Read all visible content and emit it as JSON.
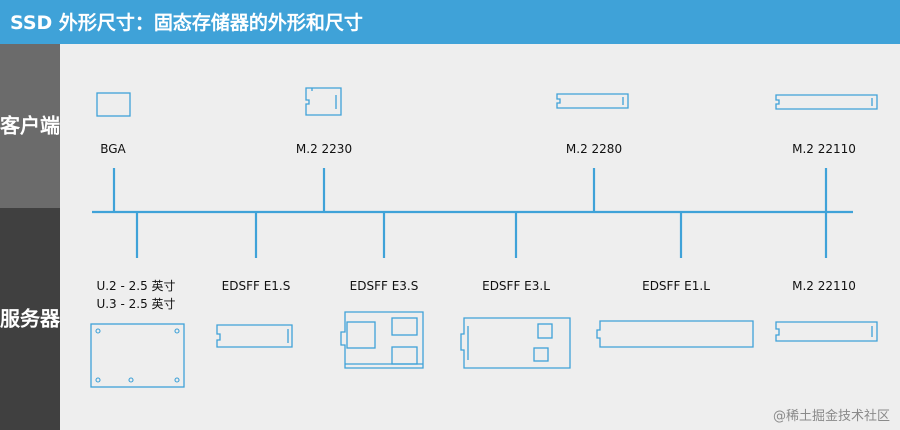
{
  "header": {
    "title": "SSD 外形尺寸：固态存储器的外形和尺寸"
  },
  "sidebar": {
    "client_label": "客户端",
    "server_label": "服务器"
  },
  "client": {
    "items": [
      {
        "label": "BGA",
        "icon": "bga-chip-icon"
      },
      {
        "label": "M.2 2230",
        "icon": "m2-2230-card-icon"
      },
      {
        "label": "M.2 2280",
        "icon": "m2-2280-card-icon"
      },
      {
        "label": "M.2 22110",
        "icon": "m2-22110-card-icon"
      }
    ]
  },
  "server": {
    "items": [
      {
        "label": "U.2 - 2.5 英寸",
        "label2": "U.3 - 2.5 英寸",
        "icon": "u2-u3-drive-icon"
      },
      {
        "label": "EDSFF E1.S",
        "icon": "edsff-e1s-icon"
      },
      {
        "label": "EDSFF E3.S",
        "icon": "edsff-e3s-icon"
      },
      {
        "label": "EDSFF E3.L",
        "icon": "edsff-e3l-icon"
      },
      {
        "label": "EDSFF E1.L",
        "icon": "edsff-e1l-icon"
      },
      {
        "label": "M.2 22110",
        "icon": "m2-22110-server-card-icon"
      }
    ]
  },
  "watermark": "@稀土掘金技术社区",
  "colors": {
    "accent": "#3fa2d8",
    "header_bg": "#3fa2d8",
    "client_bg": "#6b6b6b",
    "server_bg": "#404040",
    "page_bg": "#eeeeee"
  }
}
